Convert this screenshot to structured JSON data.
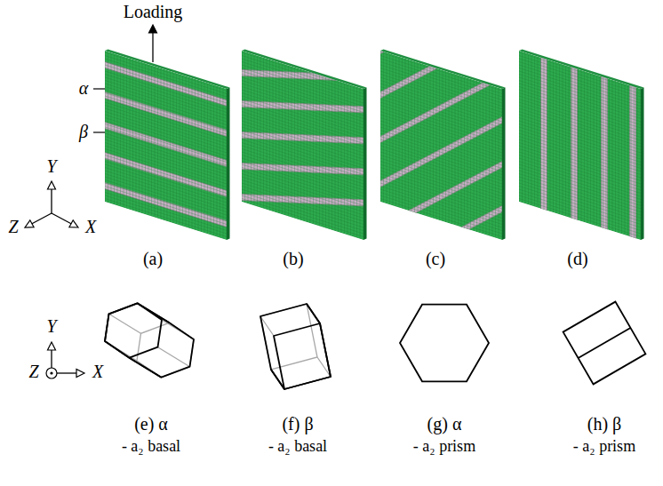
{
  "diagram": {
    "labels": [
      "Loading",
      "α",
      "β",
      "Y",
      "Z",
      "X",
      "(a)",
      "(b)",
      "(c)",
      "(d)",
      "Y",
      "Z",
      "X",
      "(e) α",
      "- a₂ basal",
      "(f) β",
      "- a₂ basal",
      "(g) α",
      "- a₂ prism",
      "(h) β",
      "- a₂ prism"
    ]
  }
}
